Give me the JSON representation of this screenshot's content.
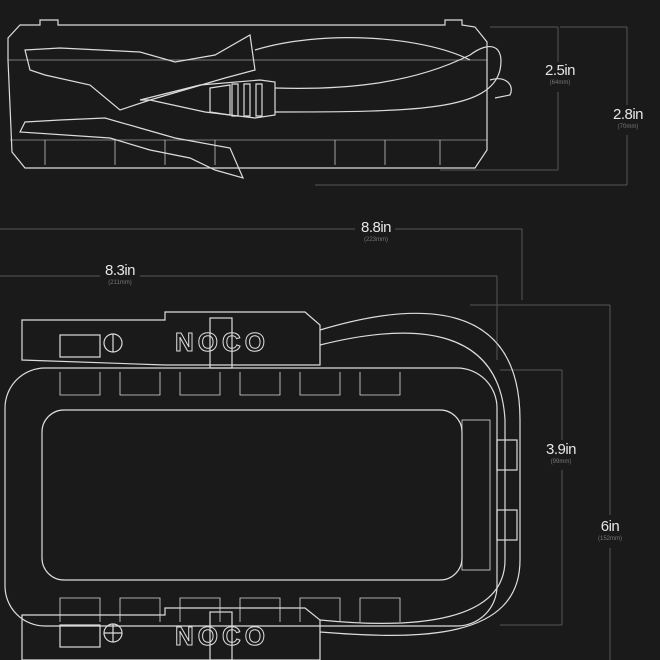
{
  "product_logo": "NOCO",
  "dimensions": {
    "side_body_height": {
      "inches": "2.5in",
      "mm": "(64mm)"
    },
    "side_total_height": {
      "inches": "2.8in",
      "mm": "(70mm)"
    },
    "total_length": {
      "inches": "8.8in",
      "mm": "(223mm)"
    },
    "body_length": {
      "inches": "8.3in",
      "mm": "(211mm)"
    },
    "body_width": {
      "inches": "3.9in",
      "mm": "(99mm)"
    },
    "total_width": {
      "inches": "6in",
      "mm": "(152mm)"
    }
  },
  "colors": {
    "background": "#1a1a1a",
    "line": "#e0e0e0",
    "dim_line": "#555555"
  }
}
